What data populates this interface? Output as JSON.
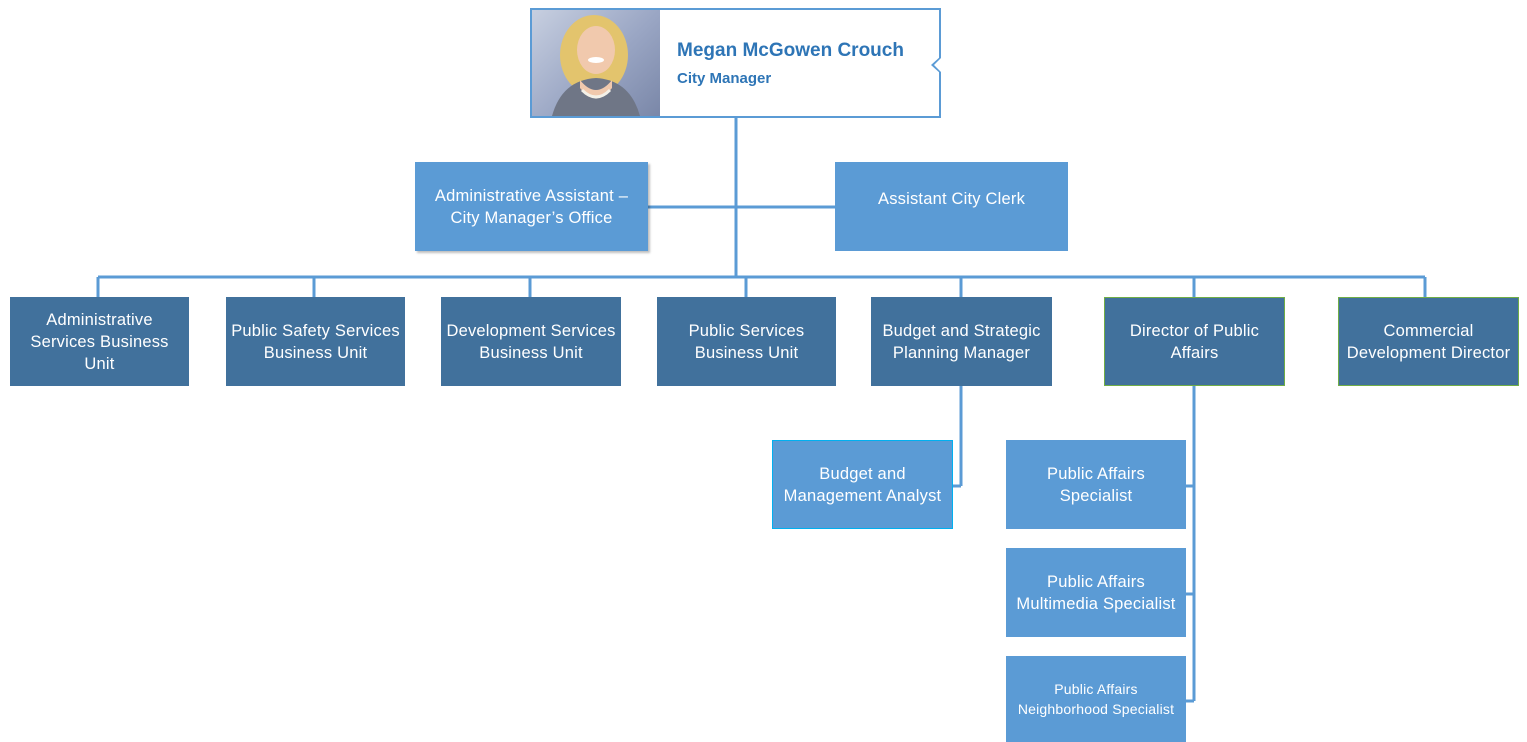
{
  "manager": {
    "name": "Megan McGowen Crouch",
    "title": "City Manager"
  },
  "staff": {
    "admin_assistant": "Administrative Assistant – City Manager’s Office",
    "assistant_clerk": "Assistant City Clerk"
  },
  "units": [
    "Administrative Services Business Unit",
    "Public Safety Services Business Unit",
    "Development Services Business Unit",
    "Public Services Business Unit",
    "Budget and Strategic Planning Manager",
    "Director of Public Affairs",
    "Commercial Development Director"
  ],
  "budget_reports": [
    "Budget and Management Analyst"
  ],
  "public_affairs_reports": [
    "Public Affairs Specialist",
    "Public Affairs Multimedia Specialist",
    "Public Affairs Neighborhood Specialist"
  ],
  "colors": {
    "light_box": "#5b9bd5",
    "dark_box": "#41719c",
    "connector": "#5b9bd5",
    "name_text": "#2e75b6",
    "green_border": "#70ad47"
  },
  "icons": [
    "portrait-photo"
  ]
}
